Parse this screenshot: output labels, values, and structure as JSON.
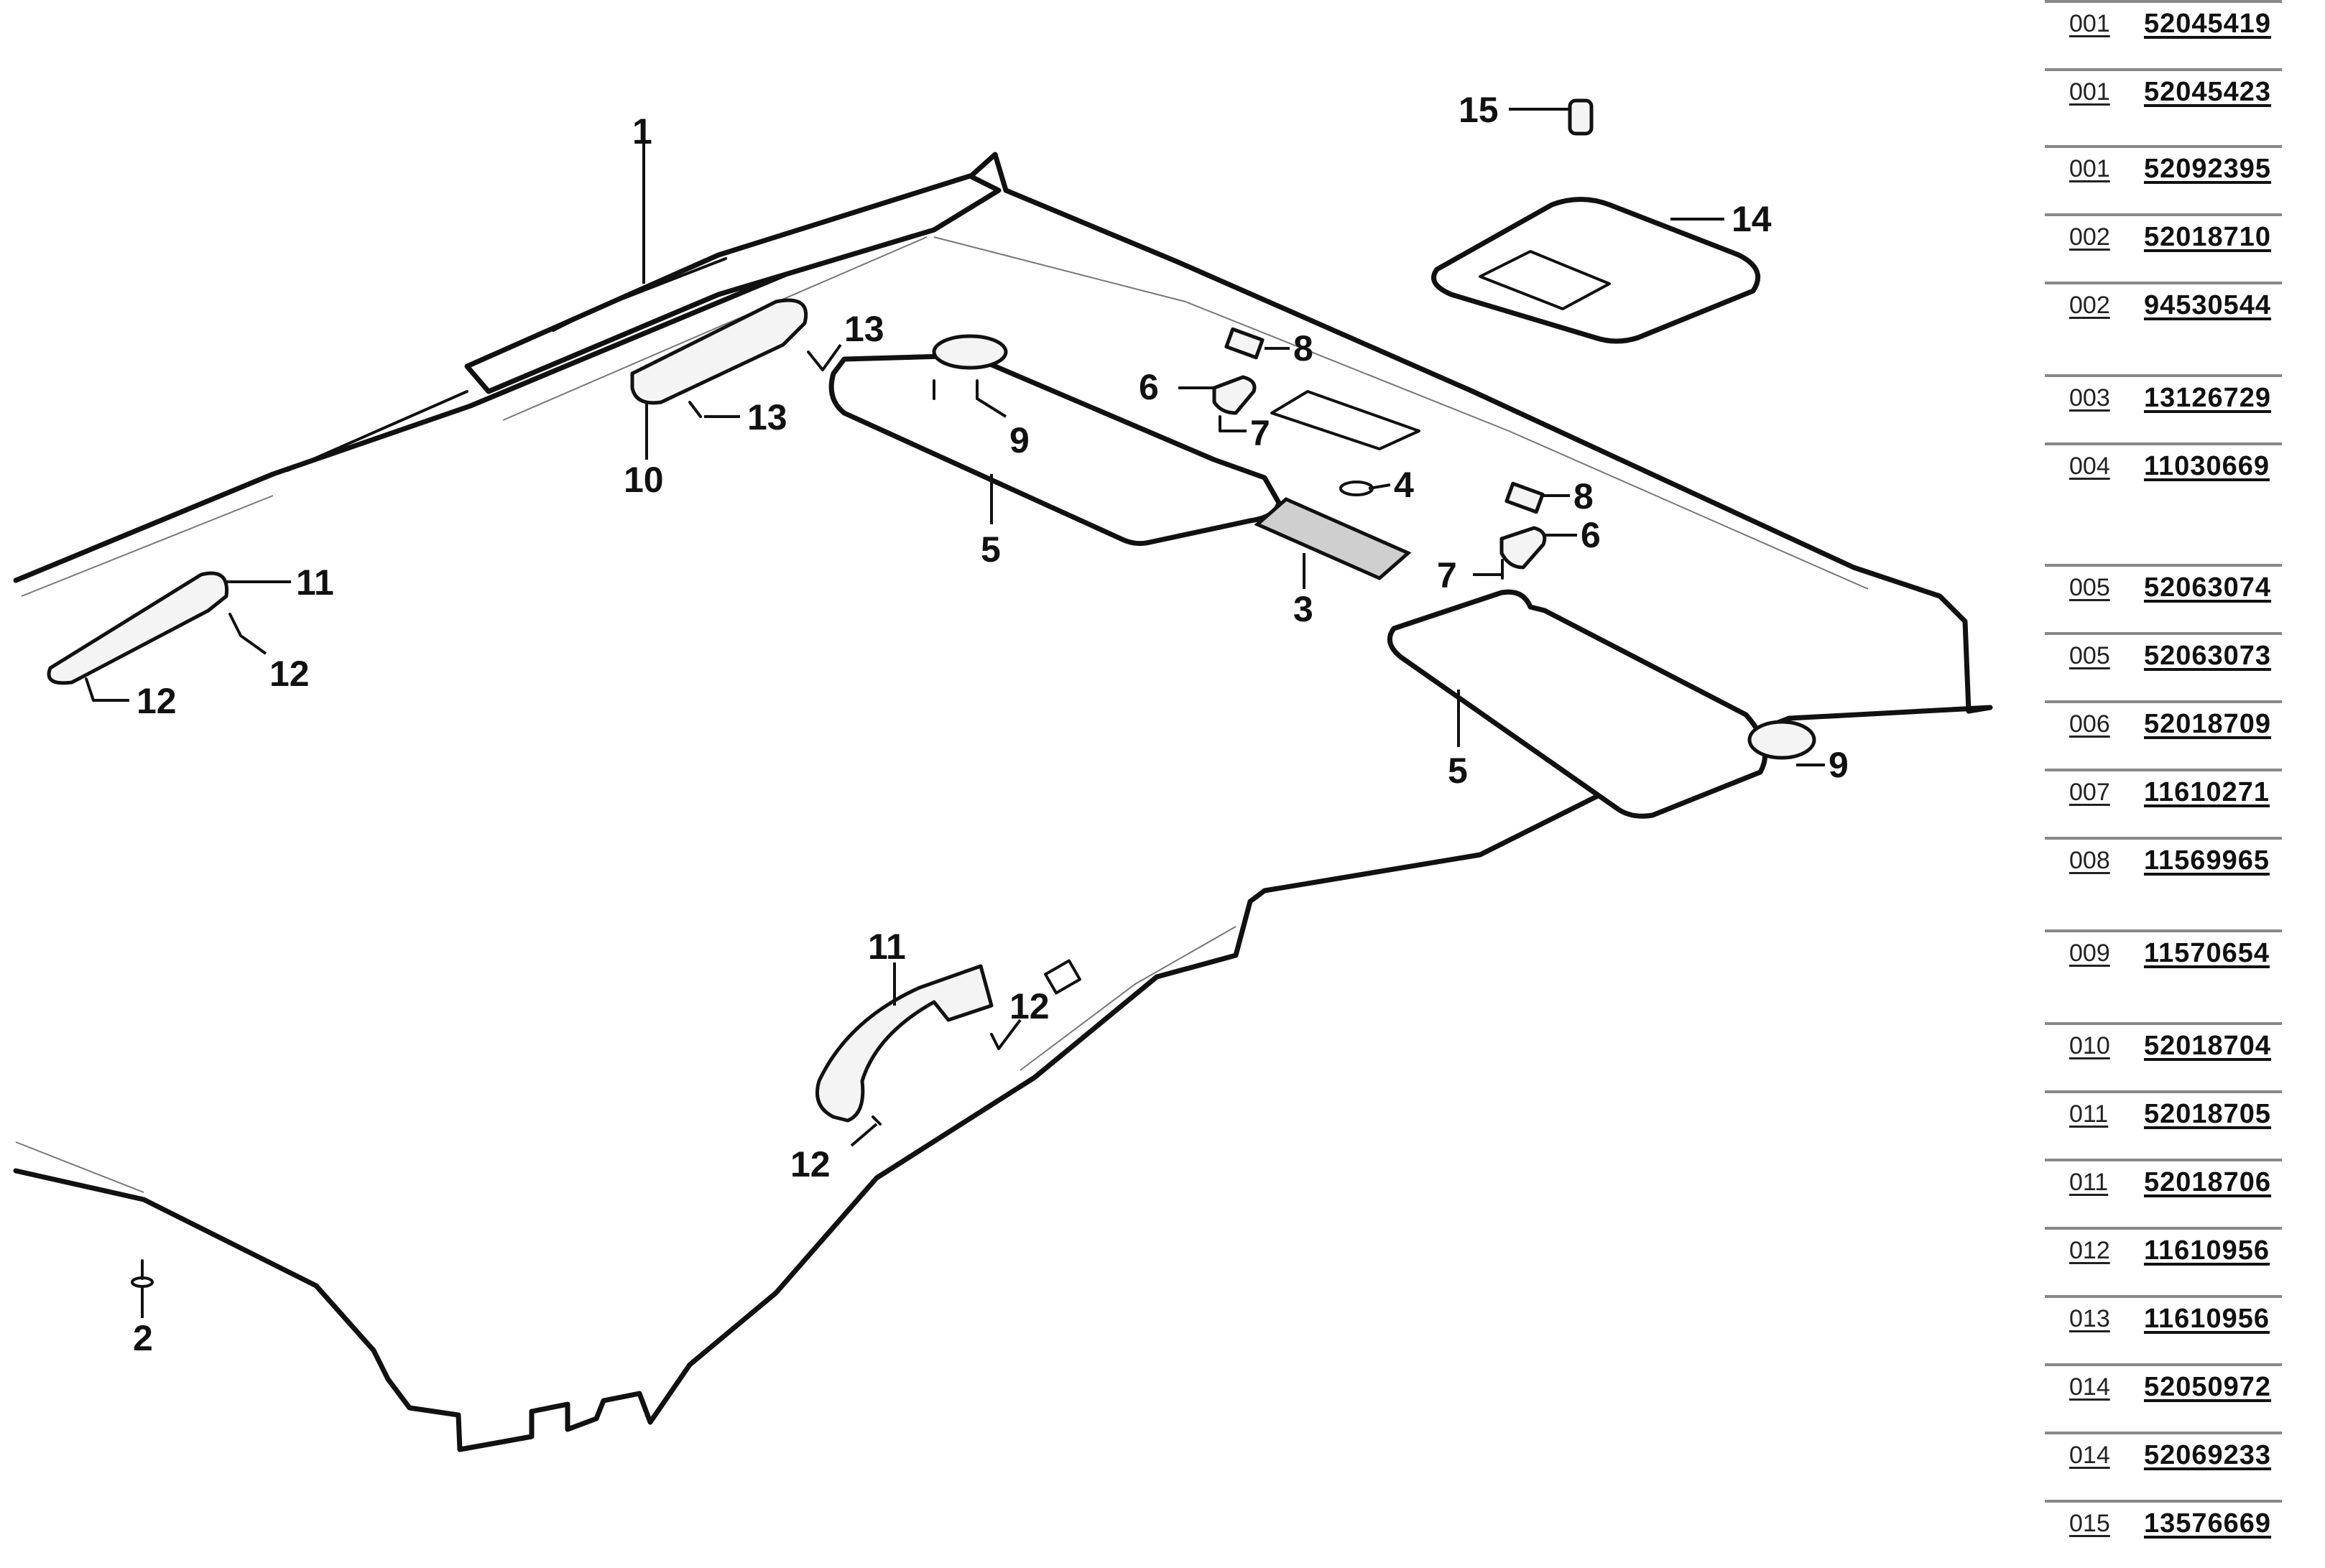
{
  "diagram": {
    "title": "Roof lining / headliner exploded view",
    "callouts": {
      "c1": "1",
      "c2": "2",
      "c3": "3",
      "c4": "4",
      "c5a": "5",
      "c5b": "5",
      "c6a": "6",
      "c6b": "6",
      "c7a": "7",
      "c7b": "7",
      "c8a": "8",
      "c8b": "8",
      "c9a": "9",
      "c9b": "9",
      "c10": "10",
      "c11a": "11",
      "c11b": "11",
      "c12a": "12",
      "c12b": "12",
      "c12c": "12",
      "c12d": "12",
      "c13a": "13",
      "c13b": "13",
      "c14": "14",
      "c15": "15"
    }
  },
  "parts_list": {
    "rows": [
      {
        "pos": "001",
        "part_number": "52045419"
      },
      {
        "pos": "001",
        "part_number": "52045423"
      },
      {
        "pos": "001",
        "part_number": "52092395"
      },
      {
        "pos": "002",
        "part_number": "52018710"
      },
      {
        "pos": "002",
        "part_number": "94530544"
      },
      {
        "pos": "003",
        "part_number": "13126729"
      },
      {
        "pos": "004",
        "part_number": "11030669"
      },
      {
        "pos": "005",
        "part_number": "52063074"
      },
      {
        "pos": "005",
        "part_number": "52063073"
      },
      {
        "pos": "006",
        "part_number": "52018709"
      },
      {
        "pos": "007",
        "part_number": "11610271"
      },
      {
        "pos": "008",
        "part_number": "11569965"
      },
      {
        "pos": "009",
        "part_number": "11570654"
      },
      {
        "pos": "010",
        "part_number": "52018704"
      },
      {
        "pos": "011",
        "part_number": "52018705"
      },
      {
        "pos": "011",
        "part_number": "52018706"
      },
      {
        "pos": "012",
        "part_number": "11610956"
      },
      {
        "pos": "013",
        "part_number": "11610956"
      },
      {
        "pos": "014",
        "part_number": "52050972"
      },
      {
        "pos": "014",
        "part_number": "52069233"
      },
      {
        "pos": "015",
        "part_number": "13576669"
      }
    ]
  }
}
